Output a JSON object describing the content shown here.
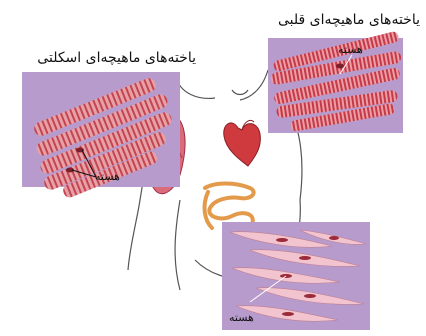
{
  "labels": {
    "cardiac_title": "یاخته‌های ماهیچه‌ای قلبی",
    "skeletal_title": "یاخته‌های ماهیچه‌ای اسکلتی",
    "cardiac_nucleus": "هسته",
    "skeletal_nucleus": "هسته",
    "smooth_nucleus": "هسته"
  },
  "colors": {
    "panel": "#b79bcc",
    "fiber": "#e8a0a8",
    "stripe": "#c2464f",
    "smooth_cell": "#f1c4cf",
    "smooth_nucleus": "#9c2b3a",
    "body_outline": "#555555",
    "organ_red": "#cf3a3f",
    "intestine": "#e39a4a"
  }
}
